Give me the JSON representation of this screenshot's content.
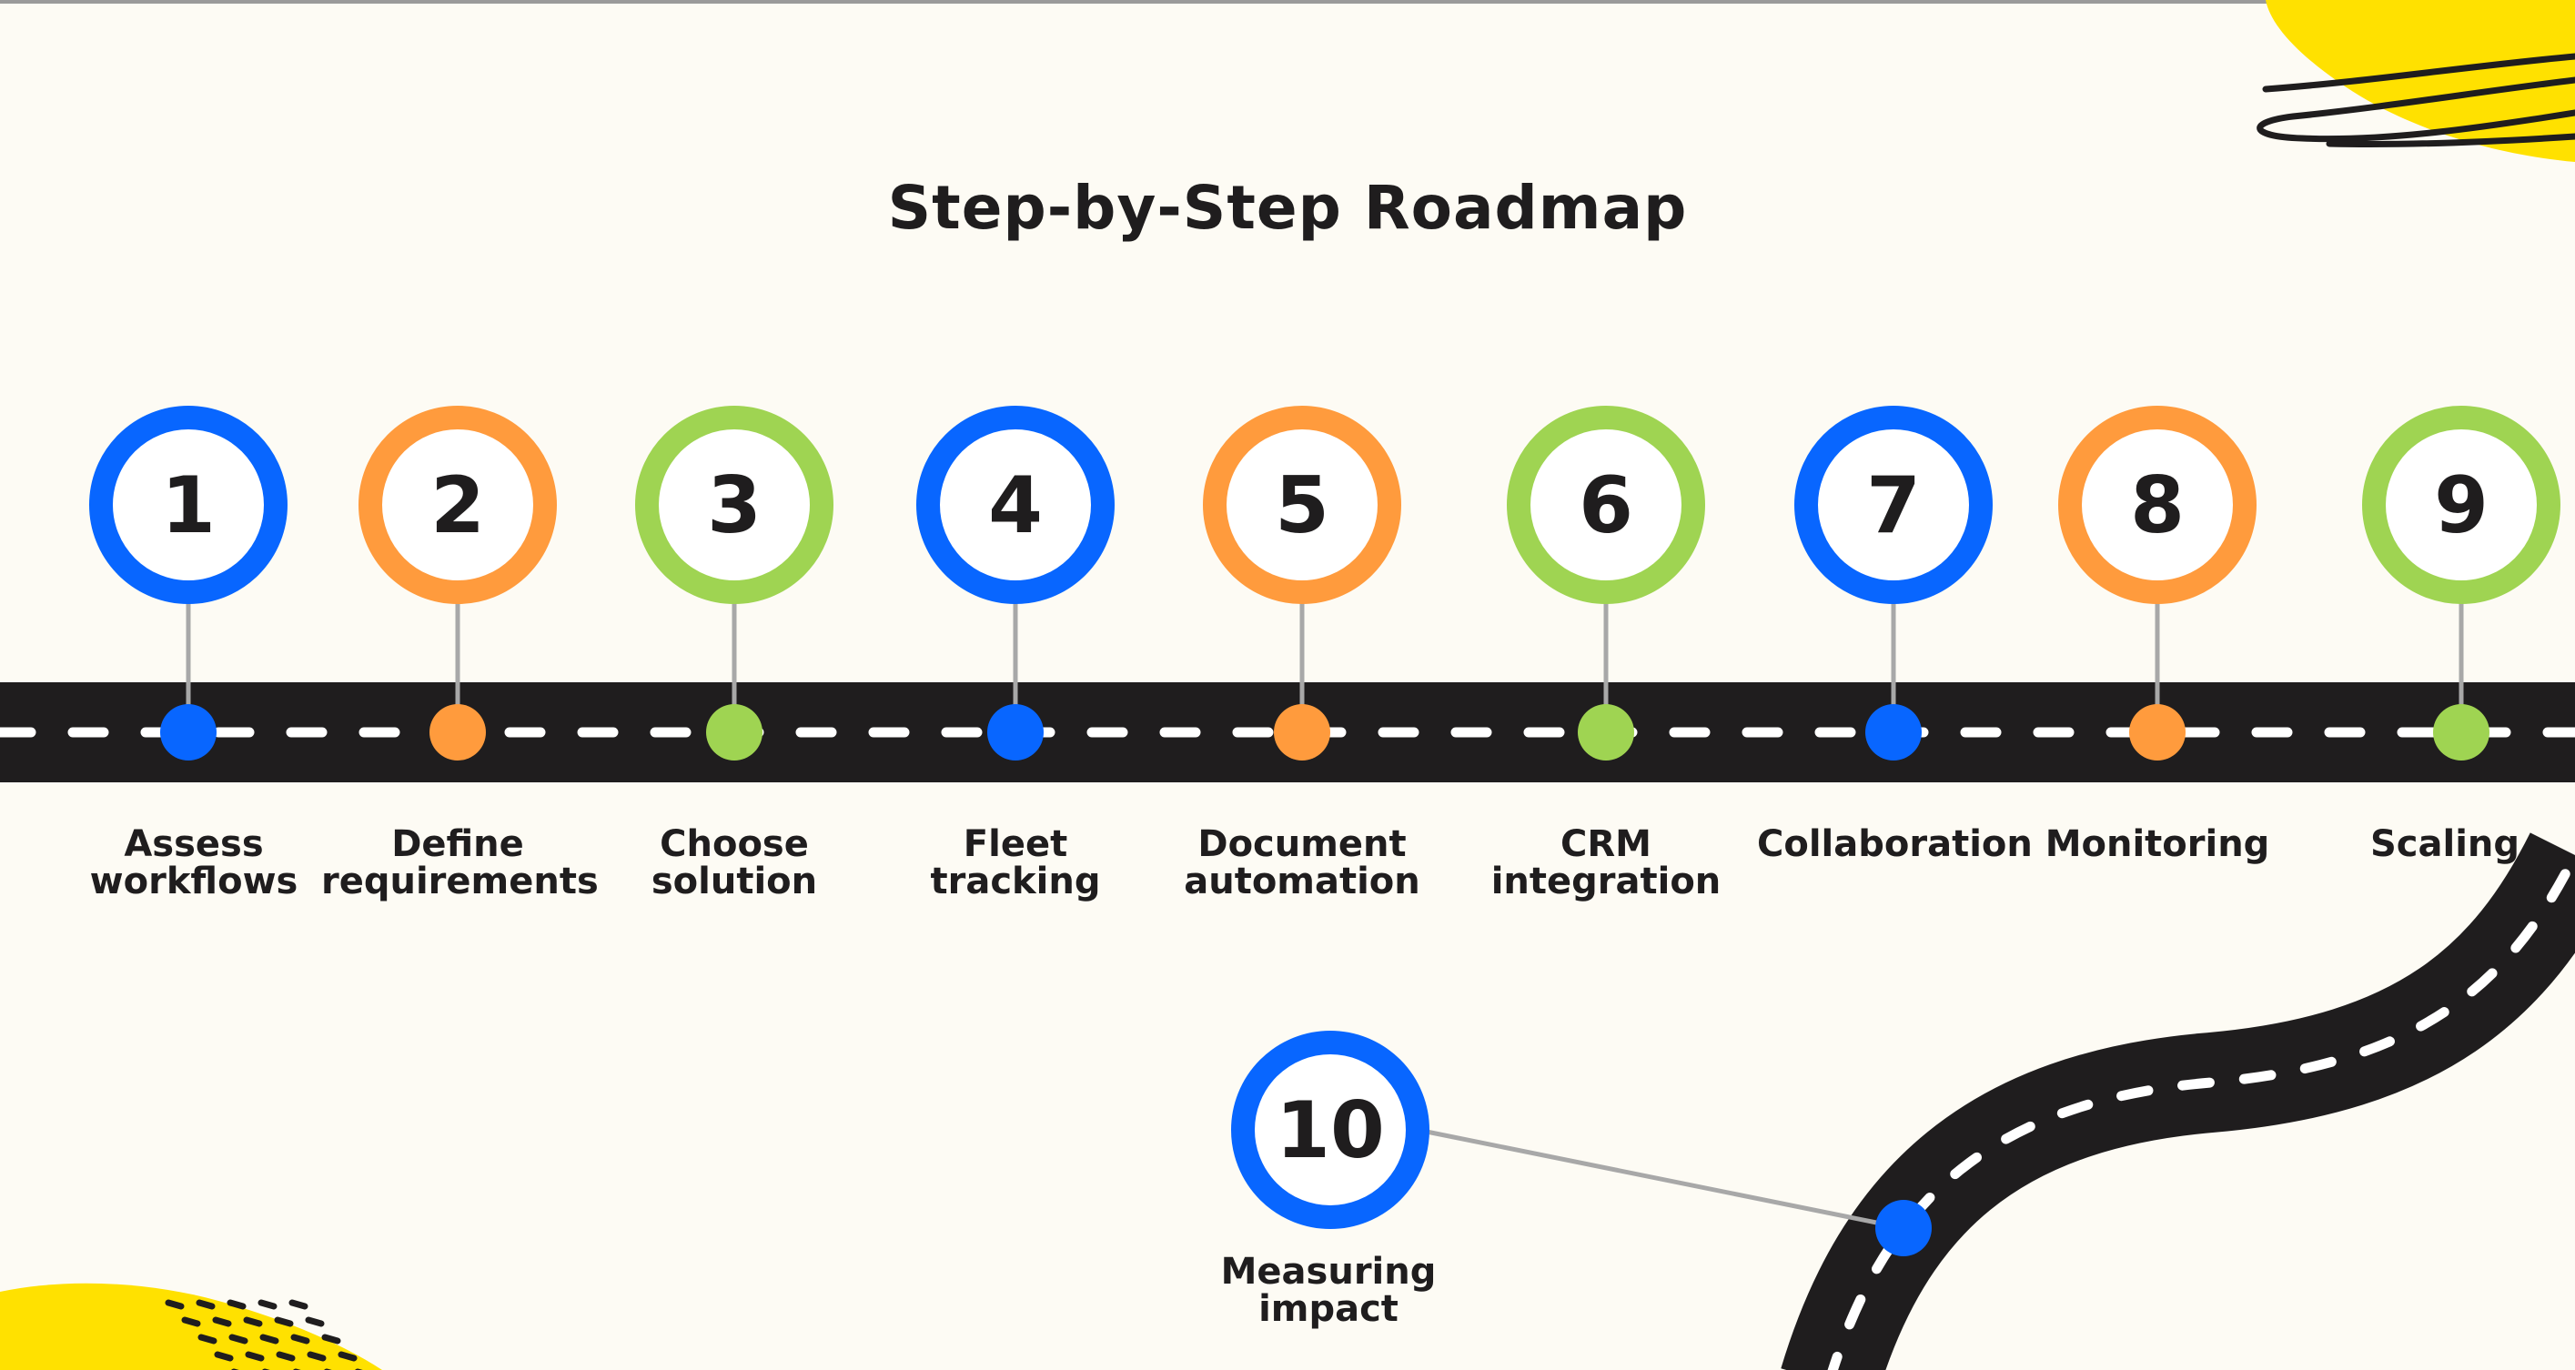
{
  "title": "Step-by-Step Roadmap",
  "colors": {
    "background": "#fdfbf4",
    "road": "#1f1d1e",
    "blue": "#0866ff",
    "orange": "#ff9b3d",
    "green": "#9fd452",
    "yellow": "#ffe100",
    "connector": "#a8a8a8",
    "text": "#1f1d1e"
  },
  "steps": [
    {
      "number": "1",
      "label": "Assess\nworkflows",
      "color": "blue"
    },
    {
      "number": "2",
      "label": "Define\nrequirements",
      "color": "orange"
    },
    {
      "number": "3",
      "label": "Choose\nsolution",
      "color": "green"
    },
    {
      "number": "4",
      "label": "Fleet\ntracking",
      "color": "blue"
    },
    {
      "number": "5",
      "label": "Document\nautomation",
      "color": "orange"
    },
    {
      "number": "6",
      "label": "CRM\nintegration",
      "color": "green"
    },
    {
      "number": "7",
      "label": "Collaboration",
      "color": "blue"
    },
    {
      "number": "8",
      "label": "Monitoring",
      "color": "orange"
    },
    {
      "number": "9",
      "label": "Scaling",
      "color": "green"
    },
    {
      "number": "10",
      "label": "Measuring\nimpact",
      "color": "blue"
    }
  ]
}
